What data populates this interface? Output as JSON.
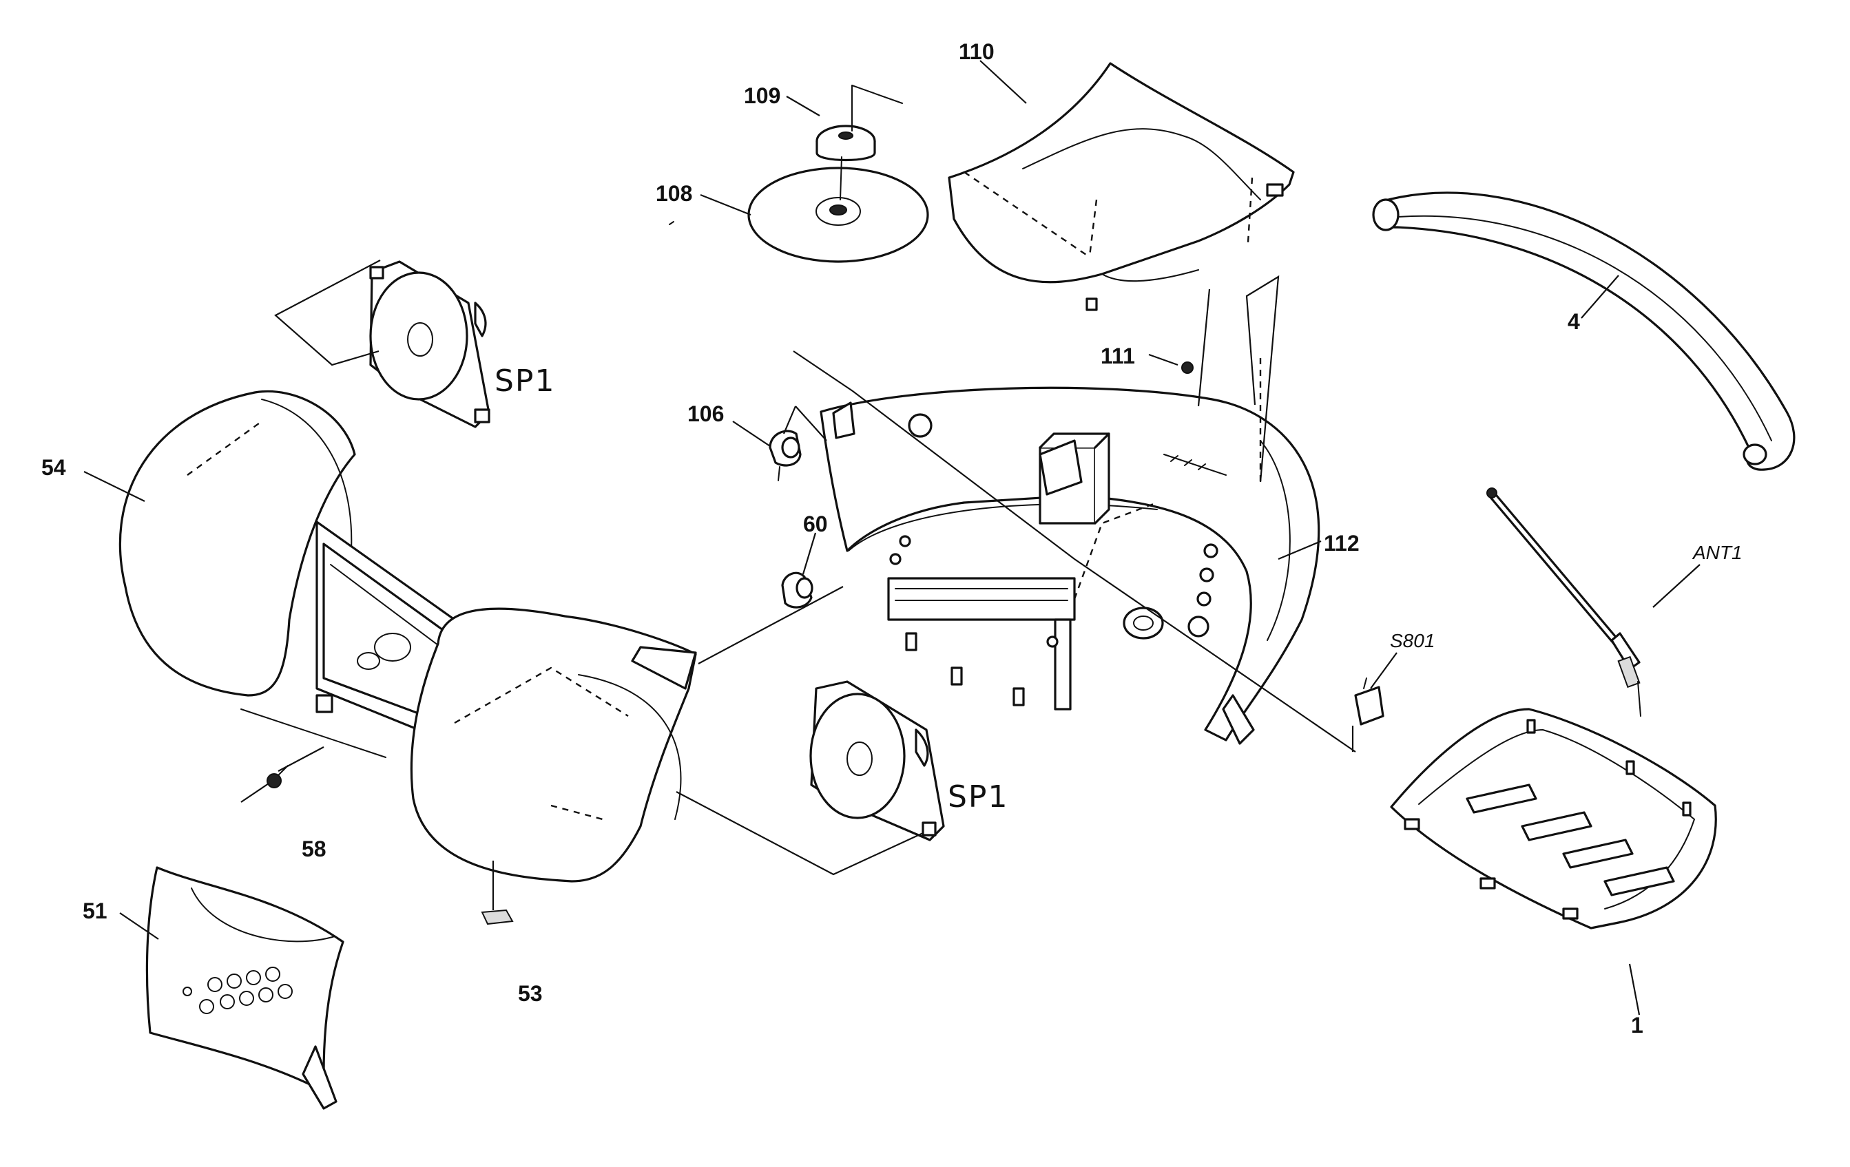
{
  "diagram": {
    "kind": "exploded-parts-view",
    "callouts": {
      "p110": "110",
      "p109": "109",
      "p108": "108",
      "p4": "4",
      "p111": "111",
      "p106": "106",
      "p54": "54",
      "sp1_top": "SP1",
      "p60": "60",
      "p112": "112",
      "ant1": "ANT1",
      "s801": "S801",
      "sp1_bottom": "SP1",
      "p58": "58",
      "p51": "51",
      "p53": "53",
      "p1": "1"
    }
  }
}
